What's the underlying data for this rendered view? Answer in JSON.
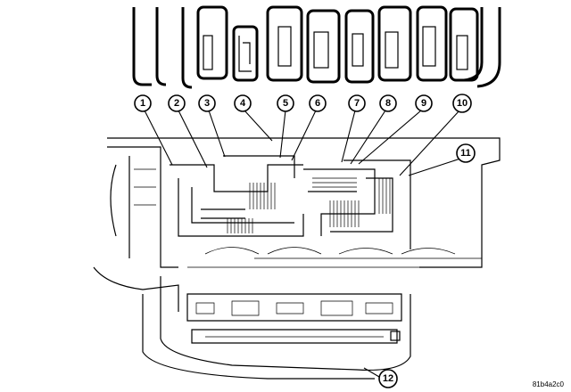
{
  "callouts": [
    {
      "id": "1",
      "label": "1"
    },
    {
      "id": "2",
      "label": "2"
    },
    {
      "id": "3",
      "label": "3"
    },
    {
      "id": "4",
      "label": "4"
    },
    {
      "id": "5",
      "label": "5"
    },
    {
      "id": "6",
      "label": "6"
    },
    {
      "id": "7",
      "label": "7"
    },
    {
      "id": "8",
      "label": "8"
    },
    {
      "id": "9",
      "label": "9"
    },
    {
      "id": "10",
      "label": "10"
    },
    {
      "id": "11",
      "label": "11"
    },
    {
      "id": "12",
      "label": "12"
    }
  ],
  "figure_code": "81b4a2c0"
}
